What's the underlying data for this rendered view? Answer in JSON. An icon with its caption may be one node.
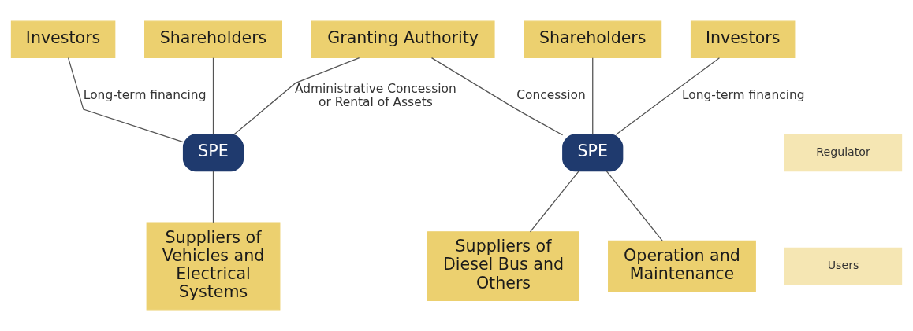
{
  "diagram": {
    "nodes": [
      {
        "text": [
          "Investors"
        ]
      },
      {
        "text": [
          "Shareholders"
        ]
      },
      {
        "text": [
          "Granting Authority"
        ]
      },
      {
        "text": [
          "Shareholders"
        ]
      },
      {
        "text": [
          "Investors"
        ]
      },
      {
        "text": [
          "SPE"
        ]
      },
      {
        "text": [
          "SPE"
        ]
      },
      {
        "text": [
          "Regulator"
        ]
      },
      {
        "text": [
          "Users"
        ]
      },
      {
        "text": [
          "Suppliers of Vehicles and Electrical Systems"
        ]
      },
      {
        "text": [
          "Suppliers of Diesel Bus and Others"
        ]
      },
      {
        "text": [
          "Operation and Maintenance"
        ]
      }
    ],
    "edges": [
      {
        "from": 0,
        "to": 5,
        "arrow": "none",
        "label": "Long-term financing"
      },
      {
        "from": 1,
        "to": 5,
        "arrow": "none"
      },
      {
        "from": 2,
        "to": 5,
        "arrow": "none",
        "label": "Administrative Concession or Rental of Assets"
      },
      {
        "from": 2,
        "to": 6,
        "arrow": "none",
        "label": "Concession"
      },
      {
        "from": 3,
        "to": 6,
        "arrow": "none"
      },
      {
        "from": 4,
        "to": 6,
        "arrow": "none",
        "label": "Long-term financing"
      },
      {
        "from": 5,
        "to": 9,
        "arrow": "none"
      },
      {
        "from": 6,
        "to": 10,
        "arrow": "none"
      },
      {
        "from": 6,
        "to": 11,
        "arrow": "none"
      }
    ]
  }
}
